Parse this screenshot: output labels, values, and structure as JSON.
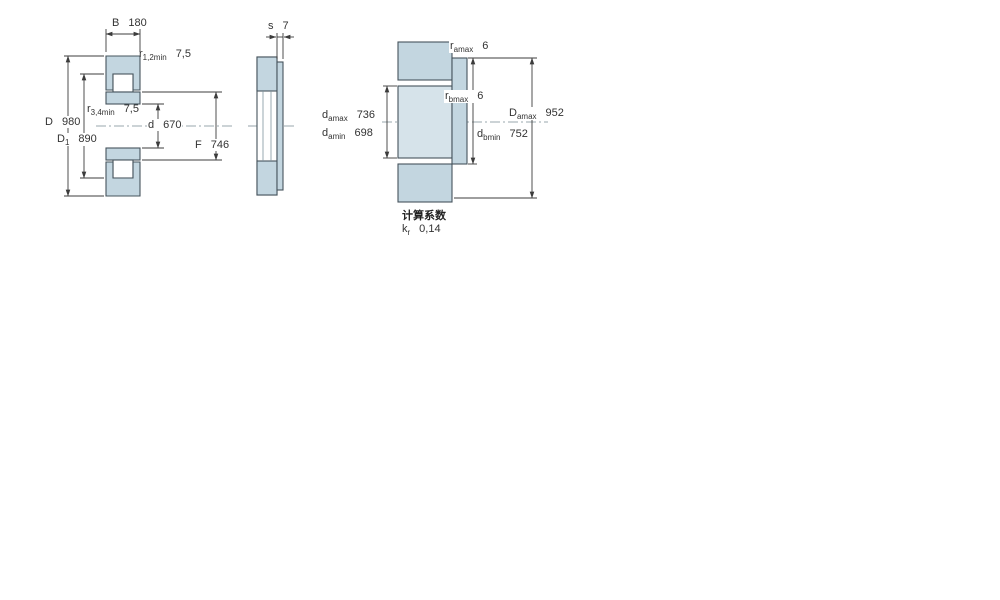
{
  "colors": {
    "part_fill": "#c3d6e0",
    "seat_fill": "#d6e3ea",
    "outline": "#46545c",
    "dim_line": "#3c3c3c",
    "text": "#333333"
  },
  "cross_section": {
    "dims": {
      "B": {
        "symbol": "B",
        "sub": "",
        "value": "180"
      },
      "r12min": {
        "symbol": "r",
        "sub": "1,2min",
        "value": "7,5"
      },
      "r34min": {
        "symbol": "r",
        "sub": "3,4min",
        "value": "7,5"
      },
      "D": {
        "symbol": "D",
        "sub": "",
        "value": "980"
      },
      "D1": {
        "symbol": "D",
        "sub": "1",
        "value": "890"
      },
      "d": {
        "symbol": "d",
        "sub": "",
        "value": "670"
      },
      "F": {
        "symbol": "F",
        "sub": "",
        "value": "746"
      }
    }
  },
  "side_view": {
    "dims": {
      "s": {
        "symbol": "s",
        "sub": "",
        "value": "7"
      }
    }
  },
  "abutment": {
    "dims": {
      "ramax": {
        "symbol": "r",
        "sub": "amax",
        "value": "6"
      },
      "rbmax": {
        "symbol": "r",
        "sub": "bmax",
        "value": "6"
      },
      "damax": {
        "symbol": "d",
        "sub": "amax",
        "value": "736"
      },
      "damin": {
        "symbol": "d",
        "sub": "amin",
        "value": "698"
      },
      "dbmin": {
        "symbol": "d",
        "sub": "bmin",
        "value": "752"
      },
      "Damax": {
        "symbol": "D",
        "sub": "amax",
        "value": "952"
      }
    }
  },
  "calculation_factors": {
    "title": "计算系数",
    "kr": {
      "symbol": "k",
      "sub": "r",
      "value": "0,14"
    }
  }
}
